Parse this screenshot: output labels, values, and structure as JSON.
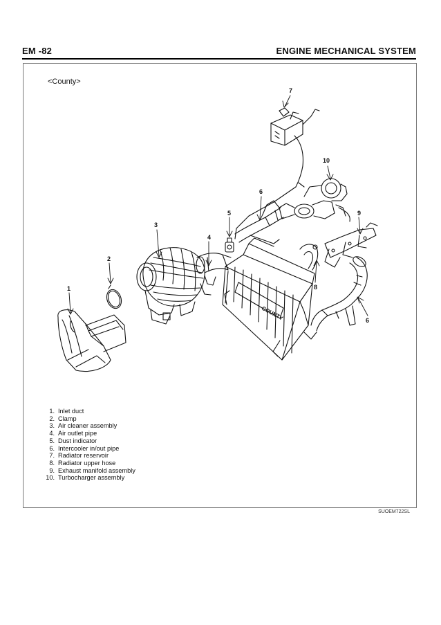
{
  "header": {
    "left": "EM -82",
    "right": "ENGINE MECHANICAL SYSTEM"
  },
  "figure": {
    "subtitle": "<County>",
    "callouts": [
      "1",
      "2",
      "3",
      "4",
      "5",
      "6",
      "7",
      "8",
      "9",
      "10",
      "6"
    ],
    "parts": [
      {
        "num": "1.",
        "name": "Inlet duct"
      },
      {
        "num": "2.",
        "name": "Clamp"
      },
      {
        "num": "3.",
        "name": "Air cleaner assembly"
      },
      {
        "num": "4.",
        "name": "Air outlet pipe"
      },
      {
        "num": "5.",
        "name": "Dust indicator"
      },
      {
        "num": "6.",
        "name": "Intercooler in/out pipe"
      },
      {
        "num": "7.",
        "name": "Radiator reservoir"
      },
      {
        "num": "8.",
        "name": "Radiator upper hose"
      },
      {
        "num": "9.",
        "name": "Exhaust manifold assembly"
      },
      {
        "num": "10.",
        "name": "Turbocharger assembly"
      }
    ],
    "radiator_logo": "COUNTY",
    "code": "SUOEM722SL"
  }
}
